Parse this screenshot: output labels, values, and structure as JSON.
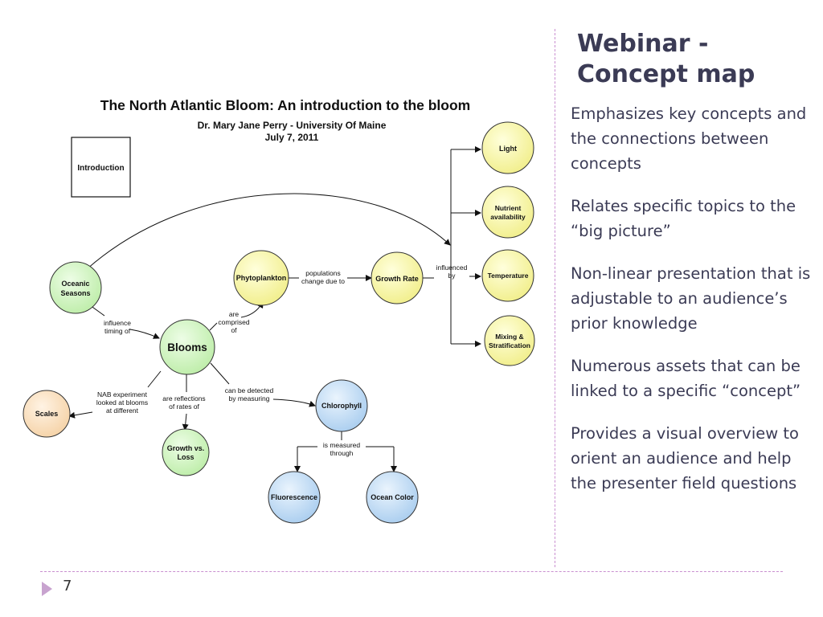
{
  "slide": {
    "title": "Webinar - Concept map",
    "number": "7",
    "bullets": [
      "Emphasizes key concepts and the connections between concepts",
      "Relates specific topics to the “big picture”",
      "Non-linear presentation that is adjustable to an audience’s prior knowledge",
      "Numerous assets that can be linked to a specific “concept”",
      "Provides a visual overview to orient an audience and help the presenter field questions"
    ]
  },
  "concept_map": {
    "title": "The North Atlantic Bloom: An introduction to the bloom",
    "author": "Dr. Mary Jane Perry - University Of Maine",
    "date": "July 7, 2011",
    "intro_box": "Introduction",
    "nodes": {
      "oceanic": [
        "Oceanic",
        "Seasons"
      ],
      "blooms": "Blooms",
      "phytoplankton": "Phytoplankton",
      "growth_rate": "Growth Rate",
      "light": "Light",
      "nutrient": [
        "Nutrient",
        "availability"
      ],
      "temperature": "Temperature",
      "mixing": [
        "Mixing &",
        "Stratification"
      ],
      "scales": "Scales",
      "growth_loss": [
        "Growth vs.",
        "Loss"
      ],
      "chlorophyll": "Chlorophyll",
      "fluorescence": "Fluorescence",
      "ocean_color": "Ocean Color"
    },
    "links": {
      "influence_timing": [
        "influence",
        "timing of"
      ],
      "comprised": [
        "are",
        "comprised",
        "of"
      ],
      "populations": [
        "populations",
        "change due to"
      ],
      "influenced_by": [
        "influenced",
        "by"
      ],
      "nab": [
        "NAB experiment",
        "looked at blooms",
        "at different"
      ],
      "reflections": [
        "are reflections",
        "of rates of"
      ],
      "detected": [
        "can be detected",
        "by measuring"
      ],
      "measured": [
        "is measured",
        "through"
      ]
    },
    "colors": {
      "yellow": "#f3f29a",
      "green": "#c6f0b6",
      "blue": "#bcd9f2",
      "orange": "#f8ddb8",
      "white": "#ffffff"
    }
  }
}
